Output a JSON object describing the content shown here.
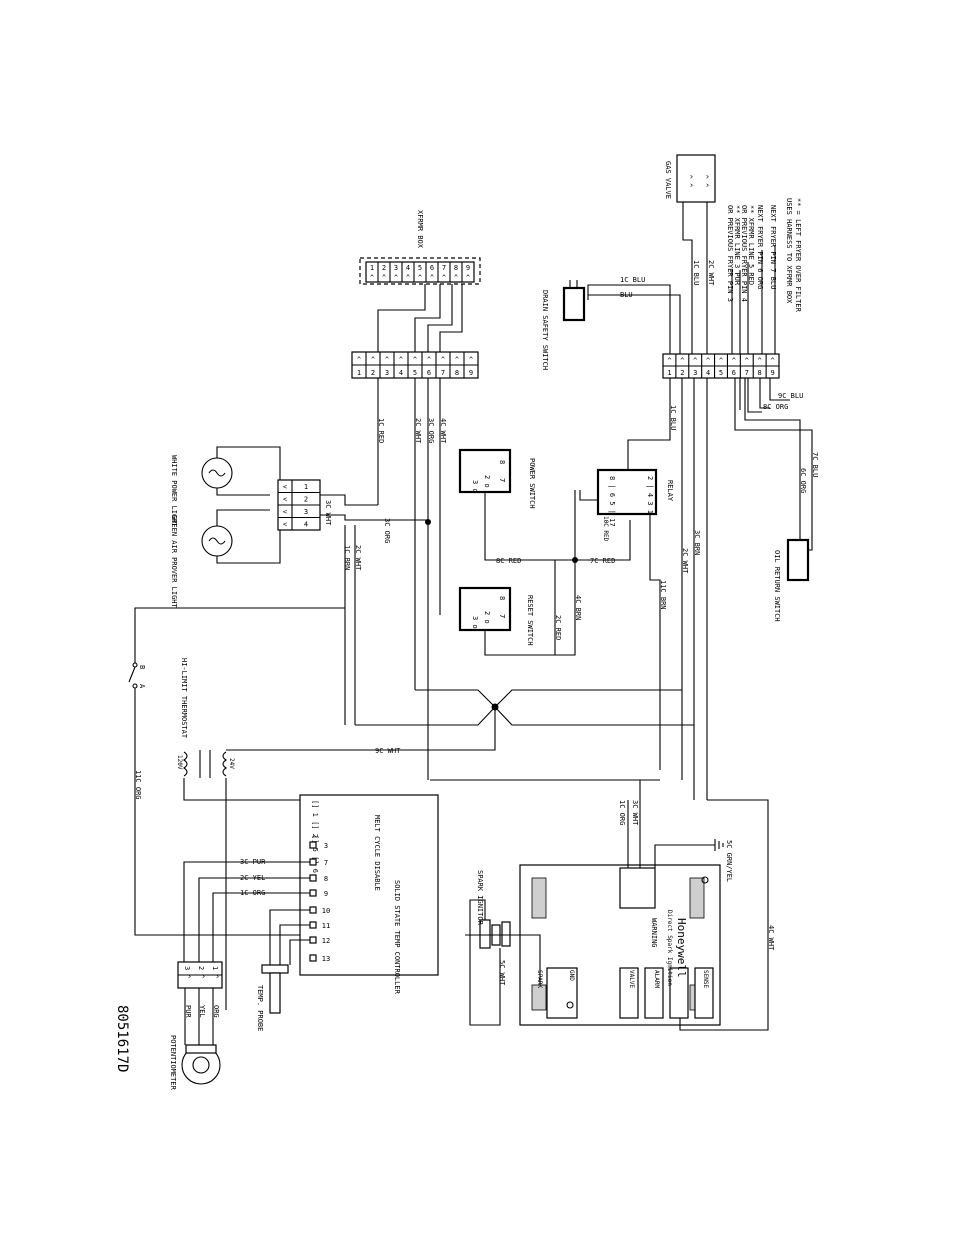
{
  "drawing_number": "8051617D",
  "components": {
    "gas_valve": "GAS VALVE",
    "xfrmr_box": "XFRMR BOX",
    "drain_safety_switch": "DRAIN SAFETY SWITCH",
    "white_power_light": "WHITE POWER LIGHT",
    "green_air_prover_light": "GREEN AIR PROVER LIGHT",
    "power_switch": "POWER SWITCH",
    "relay": "RELAY",
    "reset_switch": "RESET SWITCH",
    "oil_return_switch": "OIL RETURN SWITCH",
    "hi_limit_thermostat": "HI-LIMIT THERMOSTAT",
    "melt_cycle_disable": "MELT CYCLE DISABLE",
    "solid_state_controller": "SOLID STATE TEMP CONTROLLER",
    "temp_probe": "TEMP. PROBE",
    "potentiometer": "POTENTIOMETER",
    "spark_ignitor": "SPARK IGNITOR",
    "ignition_module": "Honeywell",
    "ignition_module_sub": "Direct Spark Ignition",
    "warning": "WARNING"
  },
  "notes": {
    "line1": "** = LEFT FRYER OVER FILTER",
    "line2": "USES HARNESS TO XFRMR BOX",
    "next_pin7": "NEXT FRYER PIN 7 BLU",
    "next_pin6": "NEXT FRYER PIN 6 ORG",
    "prev_pin5": "** XFRMR LINE 5 RED",
    "prev_pin4": "OR PREVIOUS FRYER PIN 4",
    "prev_pin3": "** XFRMR LINE 3 PUR",
    "prev_pin3b": "OR PREVIOUS FRYER PIN 3"
  },
  "wires": {
    "1c_blu": "1C BLU",
    "2c_wht": "2C WHT",
    "3c_brn": "3C BRN",
    "2c_wht_b": "2C WHT",
    "11c_brn": "11C BRN",
    "9c_blu": "9C BLU",
    "8c_org": "8C ORG",
    "7c_blu": "7C BLU",
    "6c_org": "6C ORG",
    "1c_red": "1C RED",
    "2c_wht_c": "2C WHT",
    "3c_org": "3C ORG",
    "4c_wht": "4C WHT",
    "3c_wht": "3C WHT",
    "3c_org_b": "3C ORG",
    "2c_wht_d": "2C WHT",
    "1c_brn": "1C BRN",
    "8c_red": "8C RED",
    "7c_red": "7C RED",
    "10c_red": "10C RED",
    "2c_red": "2C RED",
    "4c_brn": "4C BRN",
    "9c_wht": "9C WHT",
    "11c_org": "11C ORG",
    "3c_pur": "3C PUR",
    "2c_yel": "2C YEL",
    "1c_org": "1C ORG",
    "1c_org_b": "1C ORG",
    "3c_wht_b": "3C WHT",
    "5c_grn_yel": "5C GRN/YEL",
    "4c_wht_b": "4C WHT",
    "5c_wht": "5C WHT",
    "blu": "BLU",
    "pur": "PUR",
    "yel": "YEL",
    "org": "ORG",
    "v120": "120V",
    "v24": "24V",
    "a": "A",
    "b": "B"
  },
  "terminal_labels": {
    "spark": "SPARK",
    "gnd": "GND",
    "valve": "VALVE",
    "alarm": "ALARM",
    "sense": "SENSE"
  },
  "pins": [
    "1",
    "2",
    "3",
    "4",
    "5",
    "6",
    "7",
    "8",
    "9"
  ],
  "controller_pins": [
    "1",
    "2",
    "3",
    "4",
    "5",
    "6",
    "7",
    "8",
    "9",
    "10",
    "11",
    "12",
    "13"
  ]
}
